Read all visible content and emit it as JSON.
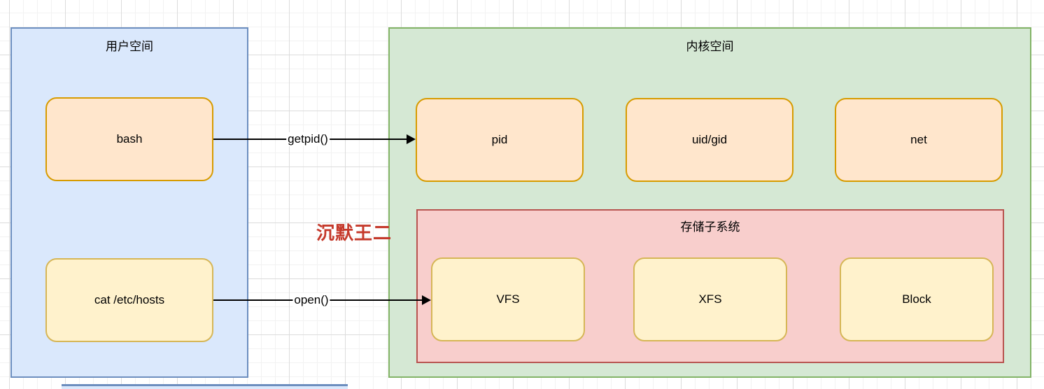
{
  "user_space": {
    "title": "用户空间",
    "nodes": {
      "bash": "bash",
      "cat": "cat /etc/hosts"
    }
  },
  "kernel_space": {
    "title": "内核空间",
    "nodes": {
      "pid": "pid",
      "uid_gid": "uid/gid",
      "net": "net"
    },
    "storage_subsystem": {
      "title": "存储子系统",
      "nodes": {
        "vfs": "VFS",
        "xfs": "XFS",
        "block": "Block"
      }
    }
  },
  "edges": {
    "getpid": {
      "label": "getpid()"
    },
    "open": {
      "label": "open()"
    }
  },
  "watermark": "沉默王二",
  "colors": {
    "user_space_fill": "#dae8fc",
    "user_space_border": "#6c8ebf",
    "kernel_space_fill": "#d5e8d4",
    "kernel_space_border": "#82b366",
    "storage_fill": "#f8cecc",
    "storage_border": "#b85450",
    "process_node_fill": "#ffe6cc",
    "process_node_border": "#d79b00",
    "file_node_fill": "#fff2cc",
    "file_node_border": "#d6b656",
    "arrow": "#000000",
    "watermark": "#c5392b"
  }
}
